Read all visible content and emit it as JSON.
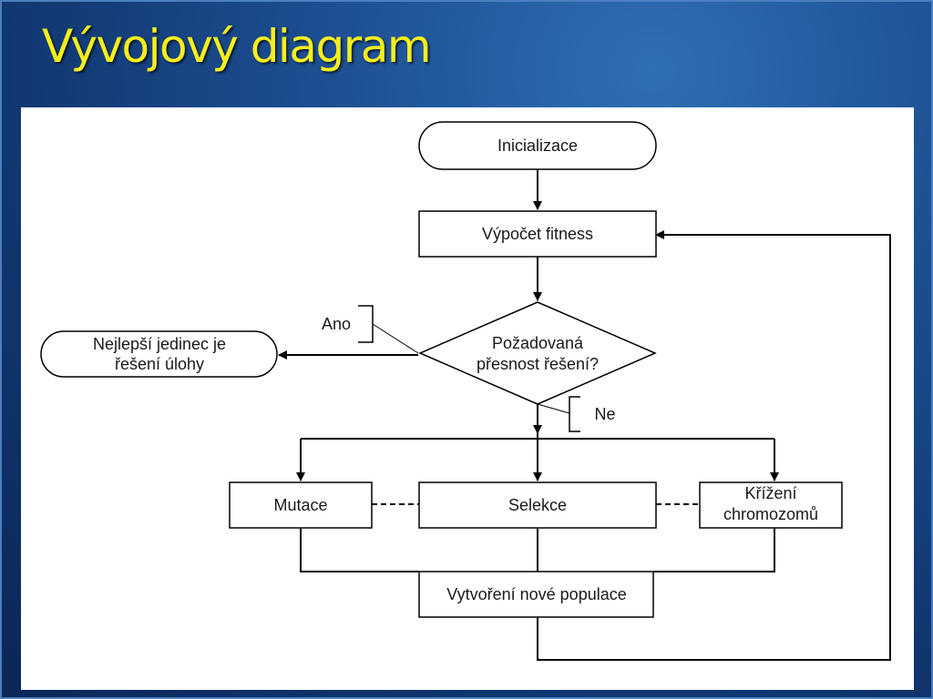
{
  "slide": {
    "title": "Vývojový diagram",
    "title_color": "#f7ef1c",
    "background_color": "#1d4f92"
  },
  "diagram": {
    "start": "Inicializace",
    "fitness": "Výpočet fitness",
    "decision": [
      "Požadovaná",
      "přesnost řešení?"
    ],
    "branch_yes": "Ano",
    "branch_no": "Ne",
    "result": [
      "Nejlepší jedinec je",
      "řešení úlohy"
    ],
    "mutation": "Mutace",
    "selection": "Selekce",
    "crossover": [
      "Křížení",
      "chromozomů"
    ],
    "new_population": "Vytvoření nové populace"
  }
}
